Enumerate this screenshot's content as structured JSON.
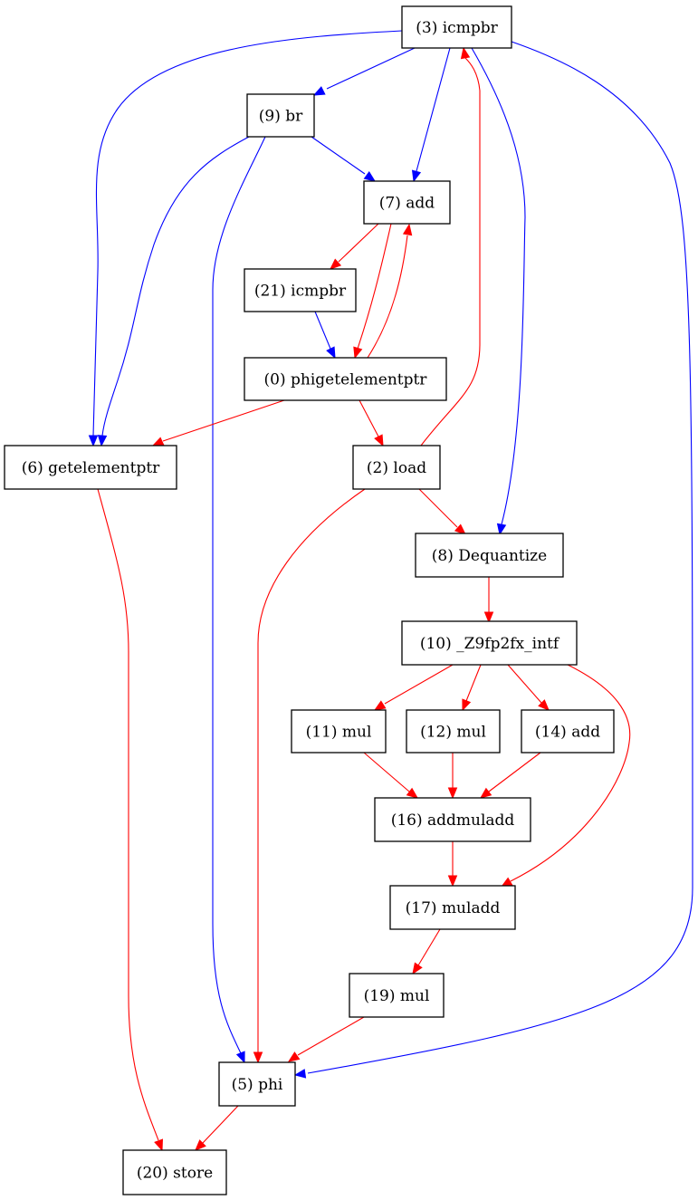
{
  "graph": {
    "colors": {
      "red": "#ff0000",
      "blue": "#0000ff",
      "node_border": "#000000"
    },
    "nodes": [
      {
        "id": "n3",
        "label": "(3) icmpbr"
      },
      {
        "id": "n9",
        "label": "(9) br"
      },
      {
        "id": "n7",
        "label": "(7) add"
      },
      {
        "id": "n21",
        "label": "(21) icmpbr"
      },
      {
        "id": "n0",
        "label": "(0) phigetelementptr"
      },
      {
        "id": "n6",
        "label": "(6) getelementptr"
      },
      {
        "id": "n2",
        "label": "(2) load"
      },
      {
        "id": "n8",
        "label": "(8) Dequantize"
      },
      {
        "id": "n10",
        "label": "(10) _Z9fp2fx_intf"
      },
      {
        "id": "n11",
        "label": "(11) mul"
      },
      {
        "id": "n12",
        "label": "(12) mul"
      },
      {
        "id": "n14",
        "label": "(14) add"
      },
      {
        "id": "n16",
        "label": "(16) addmuladd"
      },
      {
        "id": "n17",
        "label": "(17) muladd"
      },
      {
        "id": "n19",
        "label": "(19) mul"
      },
      {
        "id": "n5",
        "label": "(5) phi"
      },
      {
        "id": "n20",
        "label": "(20) store"
      }
    ],
    "edges": [
      {
        "from": "n3",
        "to": "n9",
        "color": "blue"
      },
      {
        "from": "n3",
        "to": "n7",
        "color": "blue"
      },
      {
        "from": "n3",
        "to": "n6",
        "color": "blue"
      },
      {
        "from": "n3",
        "to": "n8",
        "color": "blue"
      },
      {
        "from": "n3",
        "to": "n5",
        "color": "blue"
      },
      {
        "from": "n9",
        "to": "n7",
        "color": "blue"
      },
      {
        "from": "n9",
        "to": "n6",
        "color": "blue"
      },
      {
        "from": "n9",
        "to": "n5",
        "color": "blue"
      },
      {
        "from": "n21",
        "to": "n0",
        "color": "blue"
      },
      {
        "from": "n7",
        "to": "n21",
        "color": "red"
      },
      {
        "from": "n7",
        "to": "n0",
        "color": "red"
      },
      {
        "from": "n0",
        "to": "n7",
        "color": "red"
      },
      {
        "from": "n0",
        "to": "n6",
        "color": "red"
      },
      {
        "from": "n0",
        "to": "n2",
        "color": "red"
      },
      {
        "from": "n2",
        "to": "n3",
        "color": "red"
      },
      {
        "from": "n2",
        "to": "n8",
        "color": "red"
      },
      {
        "from": "n2",
        "to": "n5",
        "color": "red"
      },
      {
        "from": "n6",
        "to": "n20",
        "color": "red"
      },
      {
        "from": "n8",
        "to": "n10",
        "color": "red"
      },
      {
        "from": "n10",
        "to": "n11",
        "color": "red"
      },
      {
        "from": "n10",
        "to": "n12",
        "color": "red"
      },
      {
        "from": "n10",
        "to": "n14",
        "color": "red"
      },
      {
        "from": "n10",
        "to": "n17",
        "color": "red"
      },
      {
        "from": "n11",
        "to": "n16",
        "color": "red"
      },
      {
        "from": "n12",
        "to": "n16",
        "color": "red"
      },
      {
        "from": "n14",
        "to": "n16",
        "color": "red"
      },
      {
        "from": "n16",
        "to": "n17",
        "color": "red"
      },
      {
        "from": "n17",
        "to": "n19",
        "color": "red"
      },
      {
        "from": "n19",
        "to": "n5",
        "color": "red"
      },
      {
        "from": "n5",
        "to": "n20",
        "color": "red"
      }
    ]
  }
}
